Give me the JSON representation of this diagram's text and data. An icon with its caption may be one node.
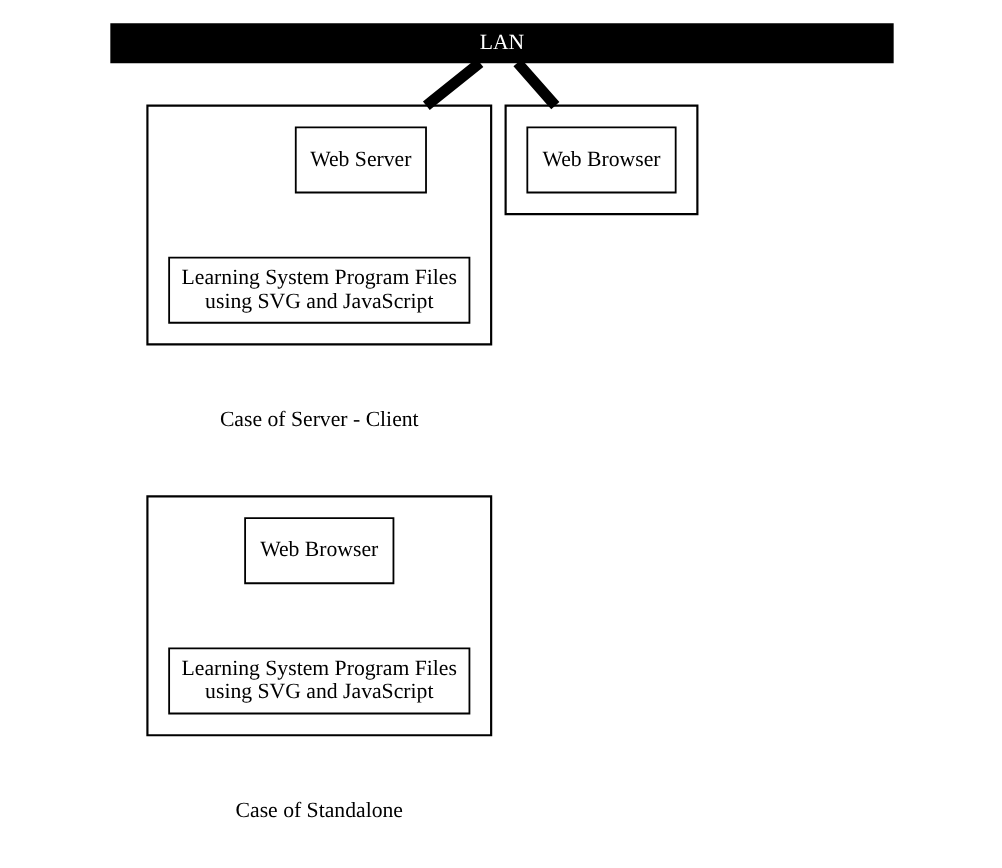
{
  "diagram": {
    "nodes": [
      {
        "text": [
          "LAN"
        ]
      },
      {
        "text": [],
        "shape": "box"
      },
      {
        "text": [
          "Web Server"
        ],
        "in": 1
      },
      {
        "text": [
          "Learning System Program Files using SVG and JavaScript"
        ],
        "in": 1
      },
      {
        "text": [],
        "shape": "box"
      },
      {
        "text": [
          "Web Browser"
        ],
        "in": 4
      },
      {
        "text": [],
        "shape": "box"
      },
      {
        "text": [
          "Web Browser"
        ],
        "in": 6
      },
      {
        "text": [
          "Learning System Program Files using SVG and JavaScript"
        ],
        "in": 6
      }
    ],
    "edges": [
      {
        "from": 0,
        "to": 1,
        "arrow": "none"
      },
      {
        "from": 0,
        "to": 4,
        "arrow": "none"
      }
    ],
    "labels": [
      "Case of Server - Client",
      "Case of Standalone"
    ]
  }
}
